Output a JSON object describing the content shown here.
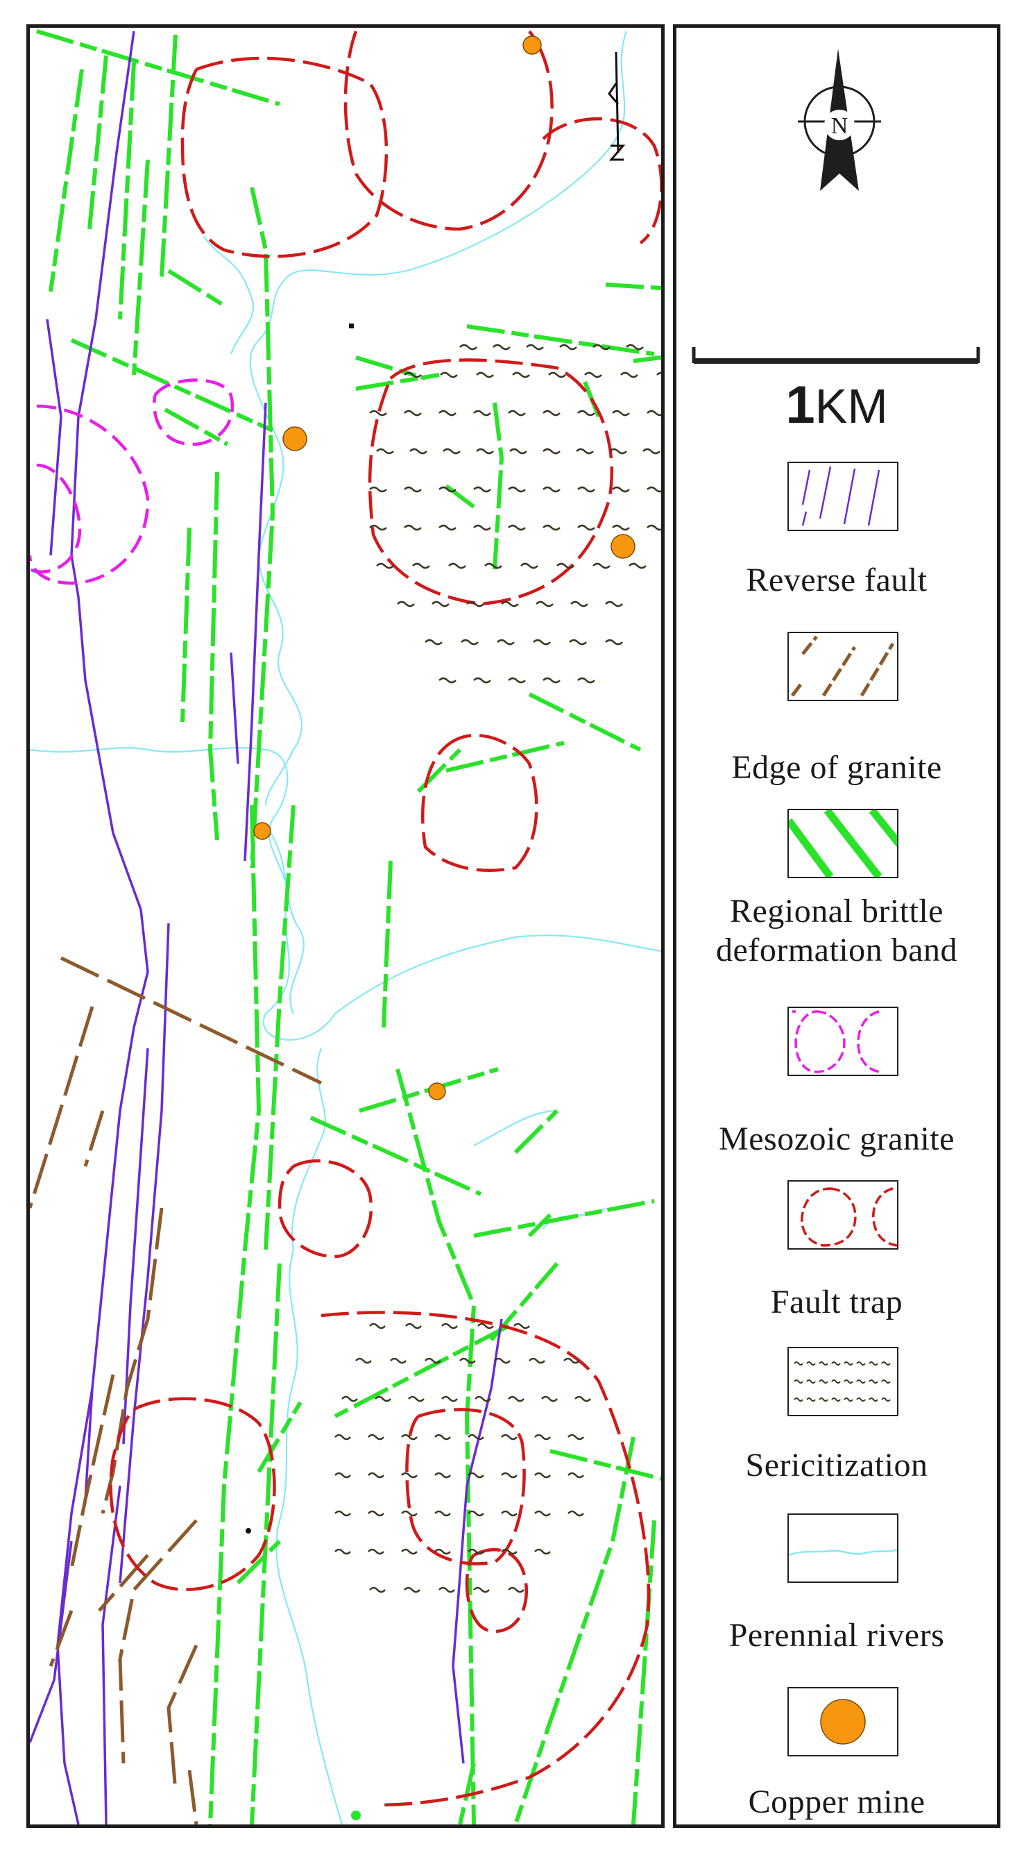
{
  "map": {
    "north_label": "N",
    "scale_label_digit": "1",
    "scale_label_unit": "KM"
  },
  "legend": {
    "items": [
      {
        "label": "Reverse fault",
        "symbol": "reverse-fault-icon",
        "color": "#6a2bd1"
      },
      {
        "label": "Edge of granite",
        "symbol": "granite-edge-icon",
        "color": "#8b5a2b"
      },
      {
        "label": "Regional brittle\ndeformation band",
        "symbol": "deformation-band-icon",
        "color": "#22e022"
      },
      {
        "label": "Mesozoic granite",
        "symbol": "granite-icon",
        "color": "#e81ee8"
      },
      {
        "label": "Fault trap",
        "symbol": "fault-trap-icon",
        "color": "#d81c1c"
      },
      {
        "label": "Sericitization",
        "symbol": "sericitization-icon",
        "color": "#3a3a2a"
      },
      {
        "label": "Perennial rivers",
        "symbol": "river-icon",
        "color": "#7fe6f2"
      },
      {
        "label": "Copper mine",
        "symbol": "copper-mine-icon",
        "color": "#f7960f"
      }
    ]
  }
}
